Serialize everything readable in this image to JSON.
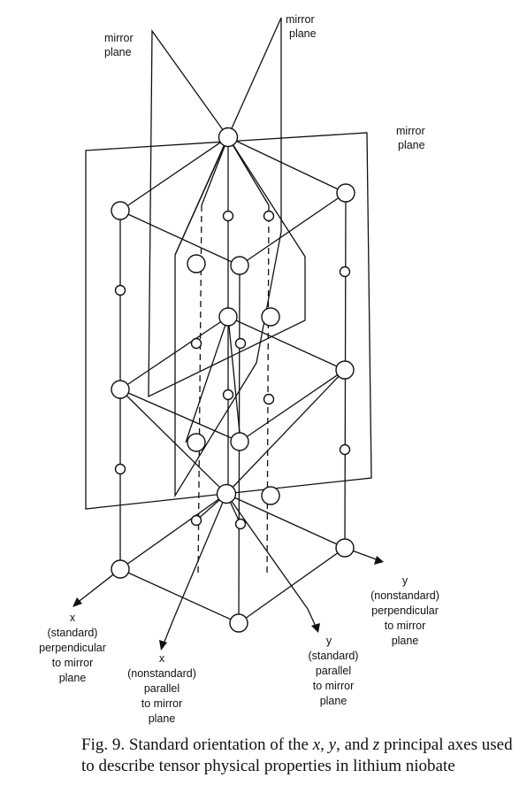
{
  "labels": {
    "mirror_plane_left": [
      "mirror",
      "plane"
    ],
    "mirror_plane_top": [
      "mirror",
      "plane"
    ],
    "mirror_plane_right": [
      "mirror",
      "plane"
    ],
    "x_standard": [
      "x",
      "(standard)",
      "perpendicular",
      "to  mirror",
      "plane"
    ],
    "x_nonstandard": [
      "x",
      "(nonstandard)",
      "parallel",
      "to  mirror",
      "plane"
    ],
    "y_standard": [
      "y",
      "(standard)",
      "parallel",
      "to  mirror",
      "plane"
    ],
    "y_nonstandard": [
      "y",
      "(nonstandard)",
      "perpendicular",
      "to  mirror",
      "plane"
    ]
  },
  "caption": {
    "prefix": "Fig. 9. Standard orientation of the ",
    "x": "x",
    "sep1": ", ",
    "y": "y",
    "sep2": ", and ",
    "z": "z",
    "suffix": " principal axes used",
    "line2": "to describe tensor physical properties in lithium niobate"
  }
}
